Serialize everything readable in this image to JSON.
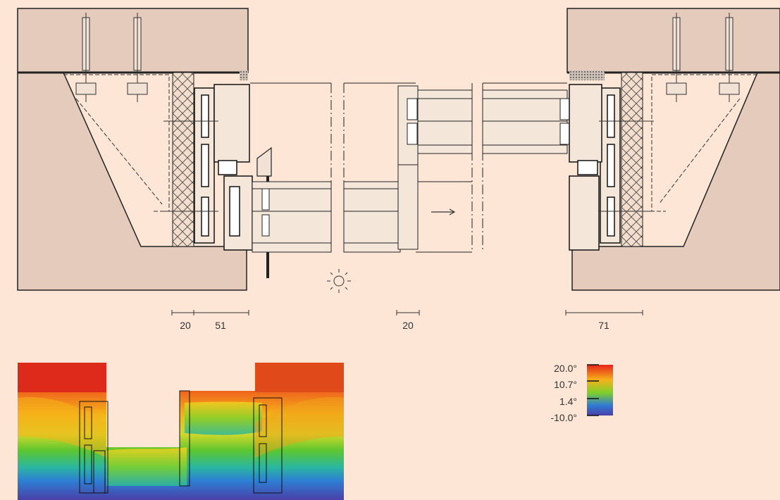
{
  "dimensions": {
    "left_a": "20",
    "left_b": "51",
    "middle": "20",
    "right": "71"
  },
  "legend": {
    "labels": [
      "20.0°",
      "10.7°",
      "1.4°",
      "-10.0°"
    ],
    "colors": [
      "#e8231c",
      "#f5b21a",
      "#7fd02b",
      "#2f7bd4",
      "#4a3fa8"
    ]
  },
  "icons": {
    "sun": "sun-icon",
    "arrow": "arrow-right-icon"
  },
  "palette": {
    "background": "#fde6d6",
    "wall": "#e6cdbd",
    "line": "#222222"
  }
}
